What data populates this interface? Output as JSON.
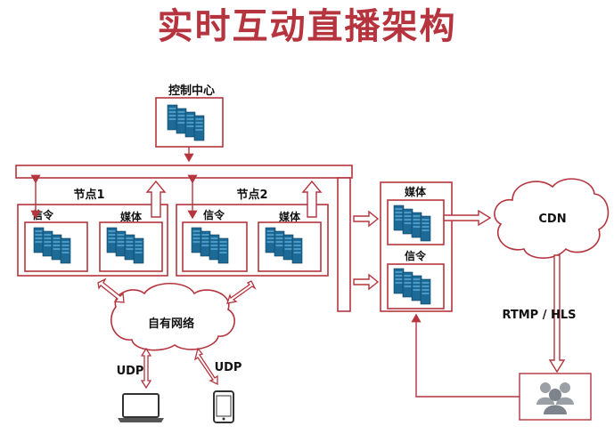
{
  "title": "实时互动直播架构",
  "control_center": "控制中心",
  "node1": {
    "label": "节点1",
    "signal": "信令",
    "media": "媒体"
  },
  "node2": {
    "label": "节点2",
    "signal": "信令",
    "media": "媒体"
  },
  "right_cluster": {
    "media": "媒体",
    "signal": "信令"
  },
  "cdn": "CDN",
  "protocol": "RTMP / HLS",
  "network": "自有网络",
  "udp_left": "UDP",
  "udp_right": "UDP",
  "colors": {
    "accent": "#b5343e",
    "server": "#1c6a95",
    "line": "#b5343e"
  }
}
